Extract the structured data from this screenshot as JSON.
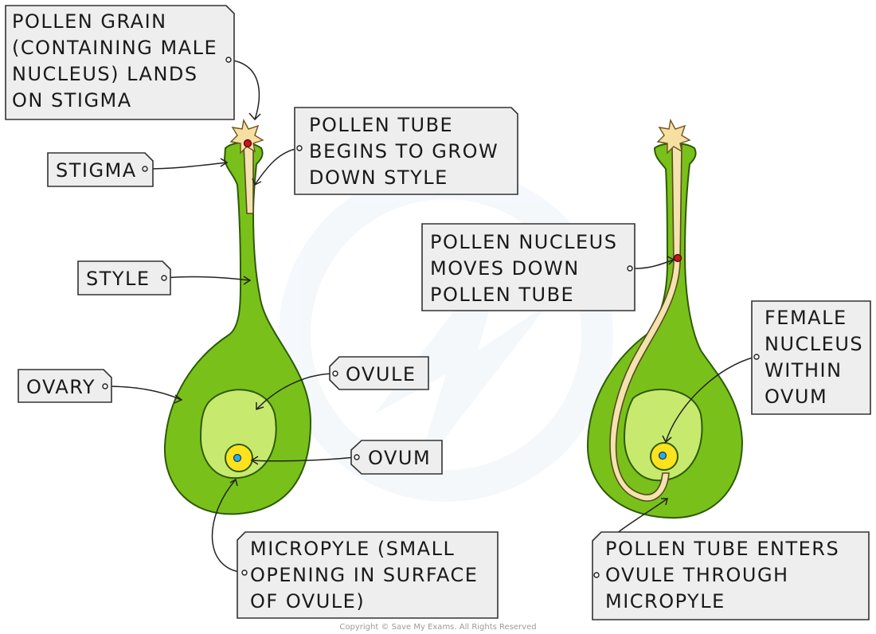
{
  "colors": {
    "ovary_green": "#79c11a",
    "ovule_green": "#c7ea6e",
    "ovum_yellow": "#ffe21e",
    "nucleus_blue": "#2ea9e6",
    "pollen_tube": "#f3e3b0",
    "pollen_grain": "#f6dfa0",
    "pollen_nucleus_red": "#c8141e",
    "label_box": "#eeeeee"
  },
  "labels": {
    "pollen_grain": [
      "POLLEN GRAIN",
      "(CONTAINING MALE",
      "NUCLEUS) LANDS",
      "ON STIGMA"
    ],
    "pollen_tube_grows": [
      "POLLEN TUBE",
      "BEGINS TO GROW",
      "DOWN STYLE"
    ],
    "stigma": "STIGMA",
    "style": "STYLE",
    "ovary": "OVARY",
    "ovule": "OVULE",
    "ovum": "OVUM",
    "micropyle": [
      "MICROPYLE (SMALL",
      "OPENING IN SURFACE",
      "OF OVULE)"
    ],
    "pollen_nucleus": [
      "POLLEN NUCLEUS",
      "MOVES DOWN",
      "POLLEN TUBE"
    ],
    "female_nucleus": [
      "FEMALE",
      "NUCLEUS",
      "WITHIN",
      "OVUM"
    ],
    "pollen_tube_enters": [
      "POLLEN TUBE ENTERS",
      "OVULE THROUGH",
      "MICROPYLE"
    ]
  },
  "copyright": "Copyright © Save My Exams. All Rights Reserved"
}
